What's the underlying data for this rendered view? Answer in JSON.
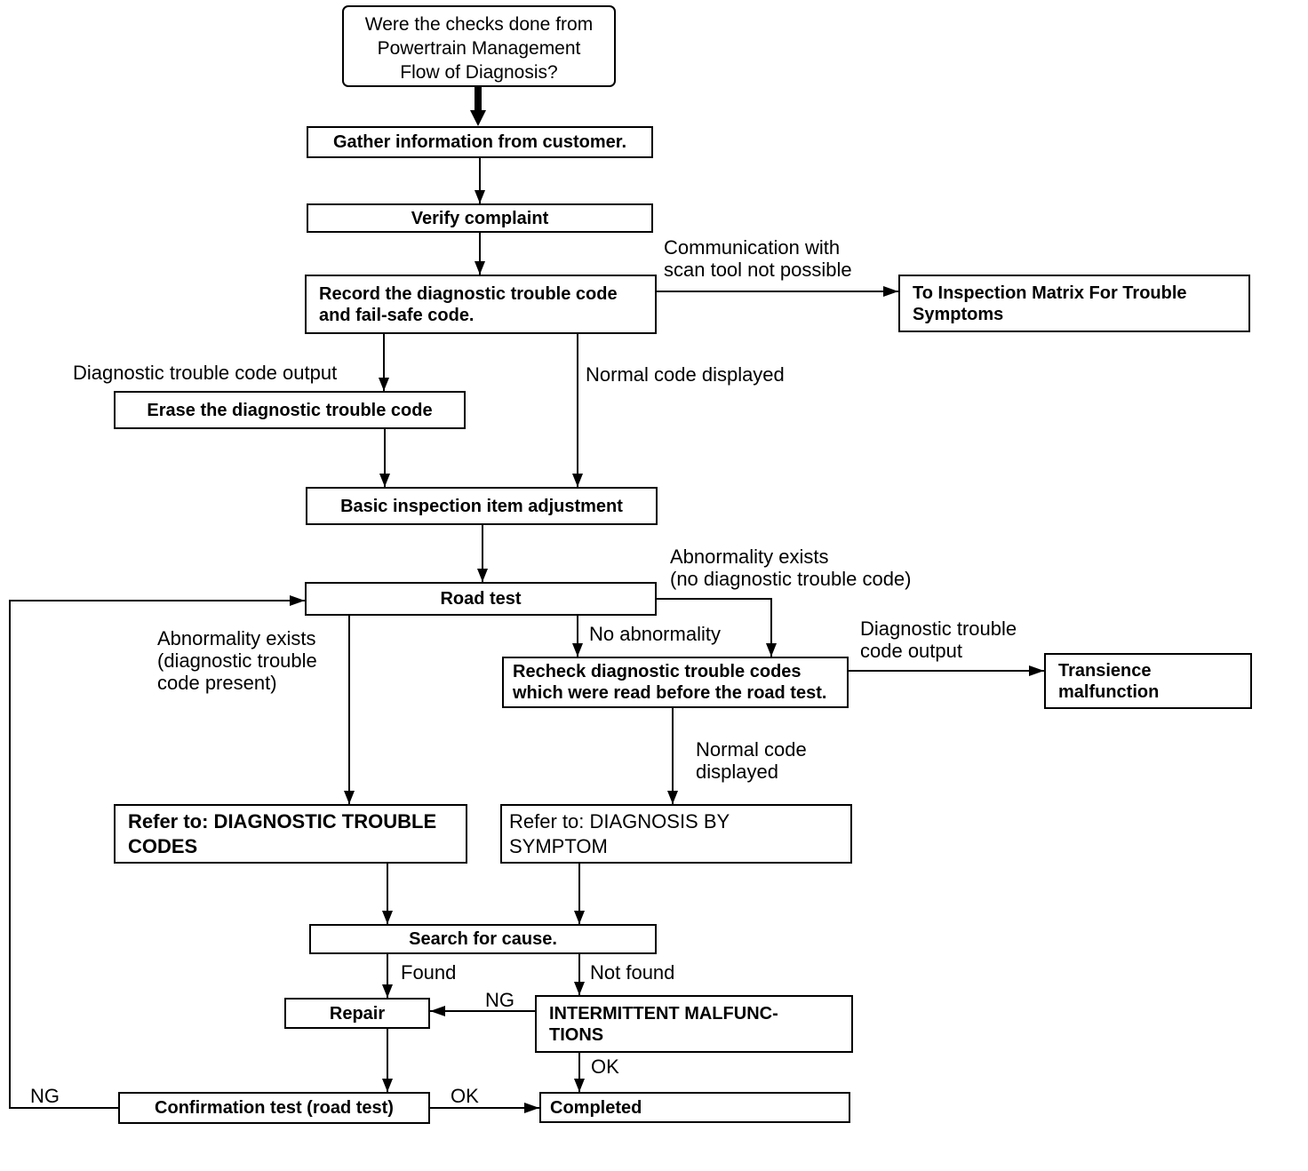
{
  "nodes": {
    "start": "Were the checks done from\nPowertrain Management\nFlow of Diagnosis?",
    "gather": "Gather information from customer.",
    "verify": "Verify complaint",
    "record": "Record the diagnostic trouble code\nand fail-safe code.",
    "inspection_matrix": "To Inspection Matrix For Trouble\nSymptoms",
    "erase": "Erase the diagnostic trouble code",
    "basic": "Basic inspection item adjustment",
    "road_test": "Road test",
    "recheck": "Recheck diagnostic trouble codes\nwhich were read before the road test.",
    "transience": "Transience\nmalfunction",
    "refer_dtc": "Refer to: DIAGNOSTIC TROUBLE\nCODES",
    "refer_symptom": "Refer to: DIAGNOSIS BY\nSYMPTOM",
    "search": "Search for cause.",
    "repair": "Repair",
    "intermittent": "INTERMITTENT MALFUNC-\nTIONS",
    "confirmation": "Confirmation test (road test)",
    "completed": "Completed"
  },
  "labels": {
    "comm": "Communication with\nscan tool not possible",
    "dtc_output": "Diagnostic trouble code output",
    "normal_code": "Normal code displayed",
    "abn_no_dtc": "Abnormality exists\n(no diagnostic trouble code)",
    "abn_dtc": "Abnormality exists\n(diagnostic trouble\ncode present)",
    "no_abn": "No abnormality",
    "dtc_output2": "Diagnostic trouble\ncode output",
    "normal_code2": "Normal code\ndisplayed",
    "found": "Found",
    "not_found": "Not found",
    "ng_repair": "NG",
    "ok_completed": "OK",
    "ng_loop": "NG",
    "ok_confirm": "OK"
  }
}
